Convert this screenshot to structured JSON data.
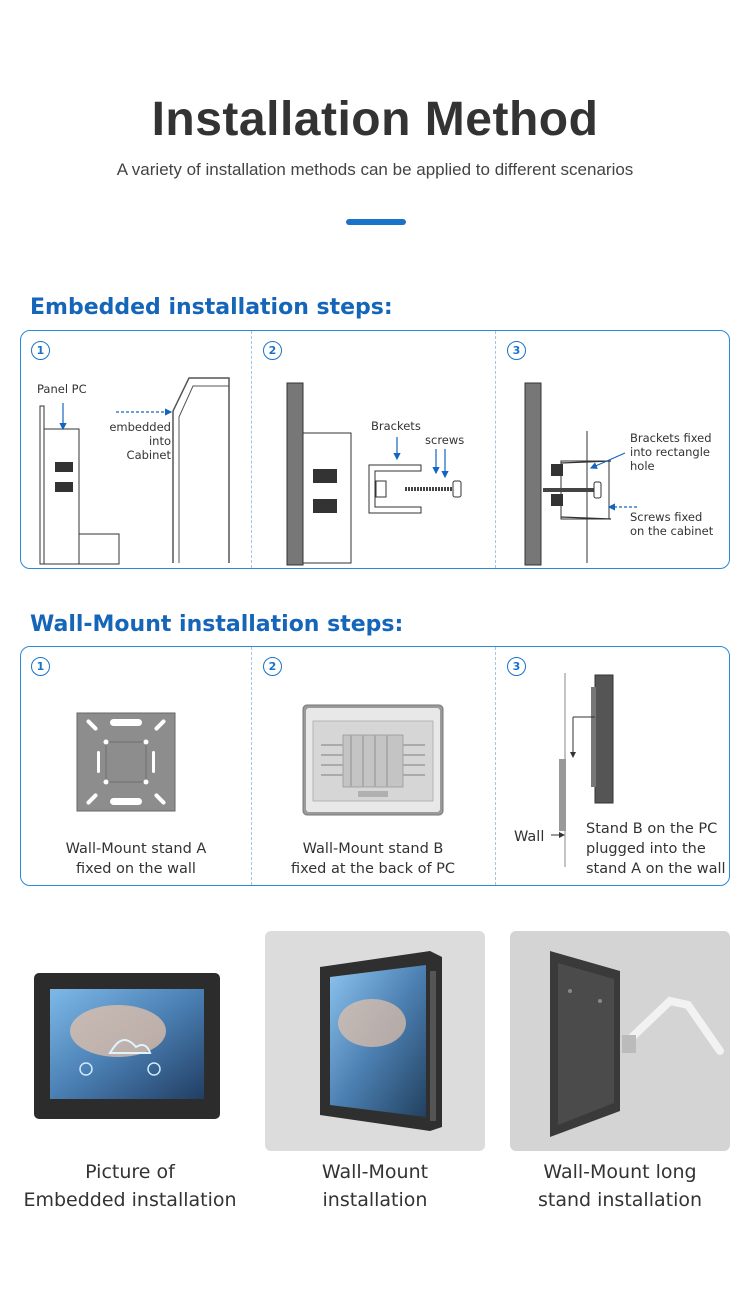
{
  "header": {
    "title": "Installation Method",
    "subtitle": "A variety of installation methods can be applied to different scenarios"
  },
  "embedded": {
    "title": "Embedded installation steps:",
    "steps": [
      {
        "num": "1",
        "label_panel": "Panel PC",
        "label_embedded_1": "embedded",
        "label_embedded_2": "into Cabinet"
      },
      {
        "num": "2",
        "label_brackets": "Brackets",
        "label_screws": "screws"
      },
      {
        "num": "3",
        "label_fixed_1": "Brackets fixed",
        "label_fixed_2": "into rectangle",
        "label_fixed_3": "hole",
        "label_screws_1": "Screws fixed",
        "label_screws_2": "on the cabinet"
      }
    ]
  },
  "wall": {
    "title": "Wall-Mount installation steps:",
    "steps": [
      {
        "num": "1",
        "cap_1": "Wall-Mount stand A",
        "cap_2": "fixed on the wall"
      },
      {
        "num": "2",
        "cap_1": "Wall-Mount stand B",
        "cap_2": "fixed at the back of PC"
      },
      {
        "num": "3",
        "wall_label": "Wall",
        "cap_1": "Stand B on the PC",
        "cap_2": "plugged into the",
        "cap_3": "stand A on the wall"
      }
    ]
  },
  "photos": [
    {
      "cap_1": "Picture of",
      "cap_2": "Embedded installation"
    },
    {
      "cap_1": "Wall-Mount",
      "cap_2": "installation"
    },
    {
      "cap_1": "Wall-Mount long",
      "cap_2": "stand installation"
    }
  ],
  "colors": {
    "accent": "#1a73c9",
    "section_title": "#1565b8",
    "panel_border": "#2a8ad6",
    "arrow": "#1565c0"
  }
}
